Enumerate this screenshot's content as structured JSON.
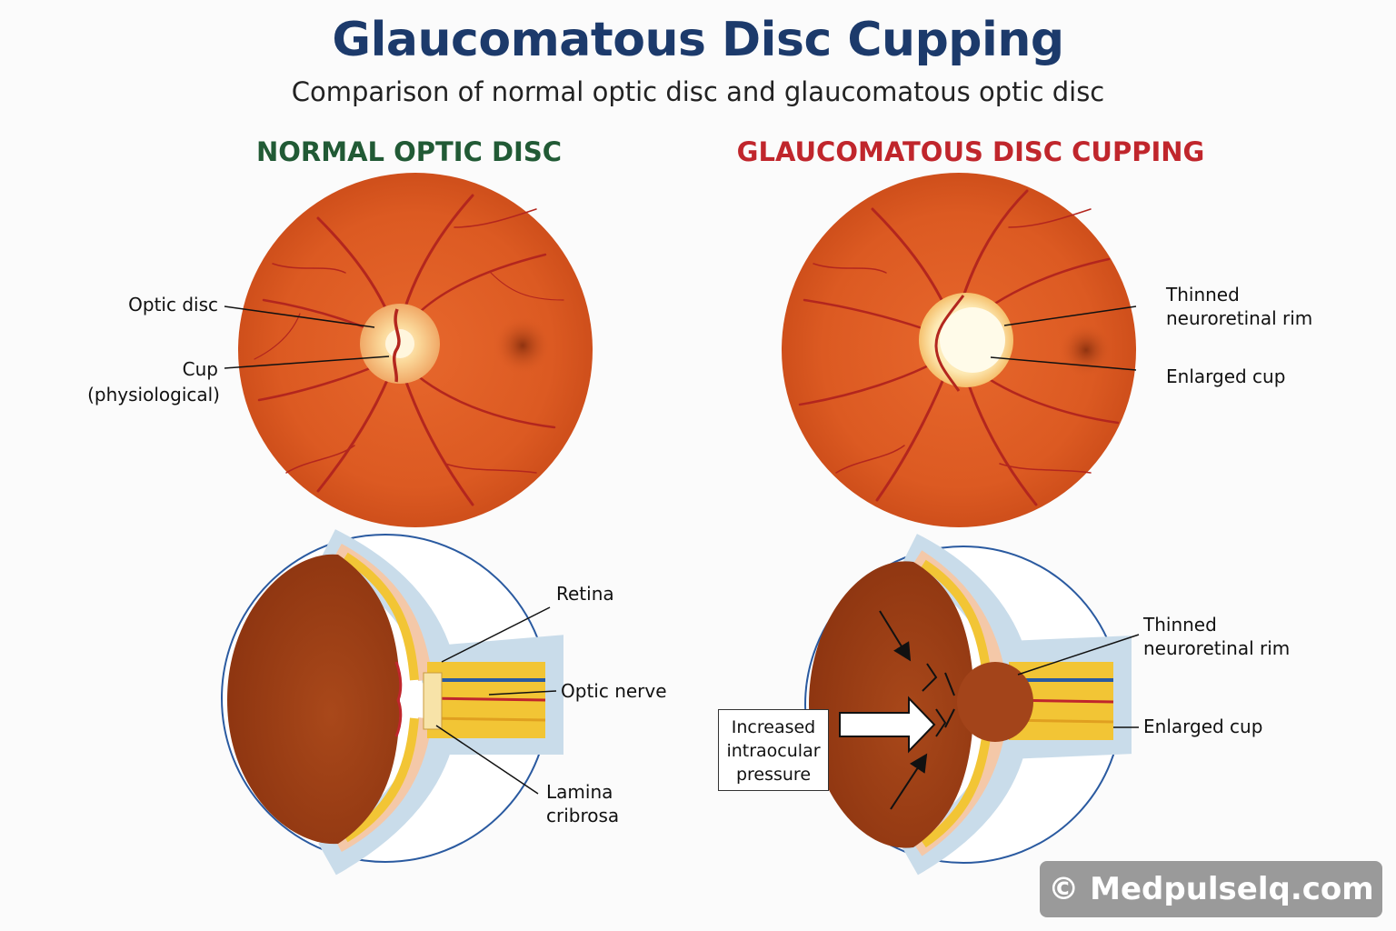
{
  "title": "Glaucomatous Disc Cupping",
  "subtitle": "Comparison of normal optic disc and glaucomatous optic disc",
  "normal": {
    "heading": "NORMAL OPTIC DISC",
    "fundus_labels": {
      "optic_disc": "Optic disc",
      "cup_line1": "Cup",
      "cup_line2": "(physiological)"
    },
    "section_labels": {
      "retina": "Retina",
      "optic_nerve": "Optic nerve",
      "lamina_line1": "Lamina",
      "lamina_line2": "cribrosa"
    }
  },
  "glaucoma": {
    "heading": "GLAUCOMATOUS DISC CUPPING",
    "fundus_labels": {
      "rim_line1": "Thinned",
      "rim_line2": "neuroretinal rim",
      "cup": "Enlarged cup"
    },
    "section_labels": {
      "rim_line1": "Thinned",
      "rim_line2": "neuroretinal rim",
      "cup": "Enlarged cup",
      "iop_line1": "Increased",
      "iop_line2": "intraocular",
      "iop_line3": "pressure"
    }
  },
  "watermark": "© Medpulselq.com",
  "colors": {
    "title": "#1c3a6b",
    "normal_heading": "#215a35",
    "glaucoma_heading": "#c0262c",
    "fundus": "#d9541f",
    "vessel": "#b3261e",
    "disc": "#f7c98a",
    "sclera": "#c9dcea",
    "nerve": "#f2c535"
  }
}
